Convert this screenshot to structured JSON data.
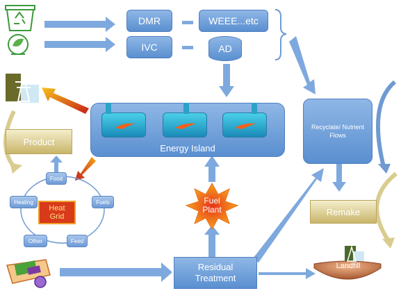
{
  "boxes": {
    "dmr": "DMR",
    "weee": "WEEE...etc",
    "ivc": "IVC",
    "ad": "AD",
    "energy_island": "Energy Island",
    "recycle": "Recyclate/ Nutrient Flows",
    "product": "Product",
    "remake": "Remake",
    "residual": "Residual Treatment",
    "landfill": "Landfill",
    "fuel_plant": "Fuel Plant",
    "heat_grid": "Heat Grid"
  },
  "grid_nodes": {
    "food": "Food",
    "fuels": "Fuels",
    "feed": "Feed",
    "other": "Other",
    "heating": "Heating"
  },
  "colors": {
    "box_blue": "#6a9bd8",
    "arrow_blue": "#7ea9de",
    "product_tan": "#d6c682",
    "landfill_brown": "#b5643a",
    "heat_grid_red": "#d83a1a",
    "fuel_plant_orange": "#f08a1e"
  },
  "icons": {
    "recycle_bin": "recycle-bin-icon",
    "recycle_leaf": "recycle-leaf-icon",
    "pylon": "electricity-pylon-icon",
    "waste_cart": "waste-cart-icon",
    "landfill_pylon": "landfill-pylon-icon"
  }
}
